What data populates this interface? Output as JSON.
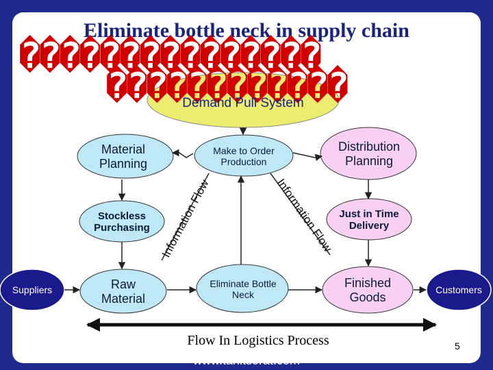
{
  "slide": {
    "title": "Eliminate bottle neck in supply chain",
    "garbled_line_1": "���������������",
    "garbled_line_2": "������������",
    "footer_url": "www.tanitsorat.com",
    "page_number": "5"
  },
  "diagram": {
    "demand_pull": "Demand Pull System",
    "material_planning": "Material Planning",
    "make_to_order": "Make to Order Production",
    "distribution_planning": "Distribution Planning",
    "stockless_purchasing": "Stockless Purchasing",
    "just_in_time": "Just in Time Delivery",
    "suppliers": "Suppliers",
    "raw_material": "Raw Material",
    "eliminate_bottle_neck": "Eliminate Bottle Neck",
    "finished_goods": "Finished Goods",
    "customers": "Customers",
    "info_flow_left": "Information Flow",
    "info_flow_right": "Information Flow",
    "flow_caption": "Flow In Logistics Process"
  },
  "colors": {
    "background": "#1e2a8e",
    "demand_ellipse": "#ecec70",
    "blue_shape": "#bfe8f6",
    "pink_shape": "#f8d0f4",
    "navy_shape": "#1a1a8c",
    "title": "#1a237e",
    "garbled": "#d00000"
  }
}
